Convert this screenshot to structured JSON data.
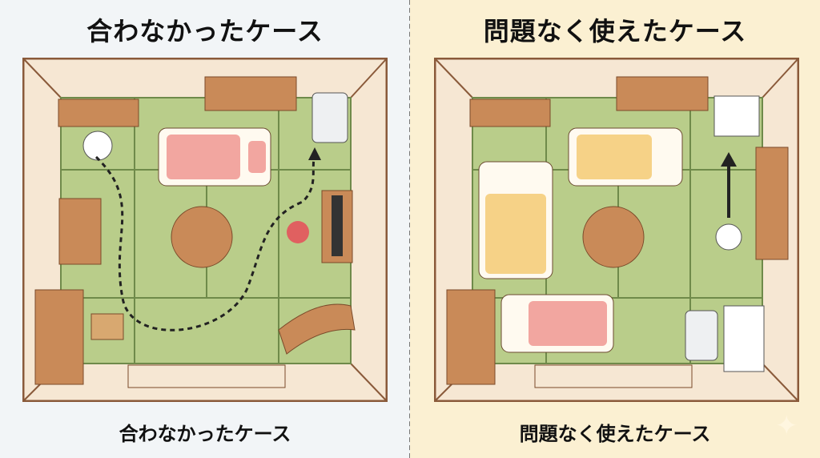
{
  "left_panel": {
    "title": "合わなかったケース",
    "caption": "合わなかったケース"
  },
  "right_panel": {
    "title": "問題なく使えたケース",
    "caption": "問題なく使えたケース"
  },
  "colors": {
    "left_bg": "#f2f5f7",
    "right_bg": "#fbf0d2",
    "tatami": "#b9cd8a",
    "wall": "#f6e7d3",
    "frame": "#9a6a45"
  }
}
